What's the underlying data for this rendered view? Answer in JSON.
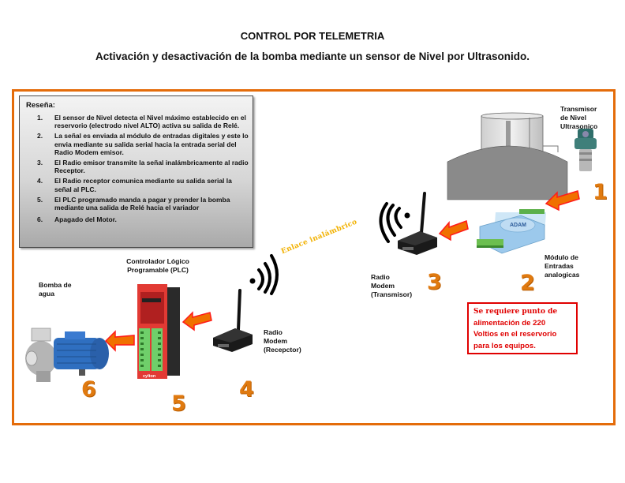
{
  "header": {
    "title": "CONTROL POR TELEMETRIA",
    "subtitle": "Activación y desactivación de la bomba mediante un sensor de Nivel por Ultrasonido."
  },
  "resena": {
    "title": "Reseña:",
    "items": [
      {
        "num": "1.",
        "text": "El sensor de Nivel detecta el Nivel máximo establecido en el reservorio (electrodo nivel ALTO) activa su salida de Relé."
      },
      {
        "num": "2.",
        "text": "La señal es enviada al módulo de entradas digitales  y este lo envia mediante su  salida serial hacia la entrada serial del Radio Modem emisor."
      },
      {
        "num": "3.",
        "text": "El Radio emisor transmite la señal inalámbricamente al radio Receptor."
      },
      {
        "num": "4.",
        "text": "El Radio receptor comunica mediante su salida serial la señal al PLC."
      },
      {
        "num": "5.",
        "text": "El PLC programado manda a pagar y prender la bomba mediante una salida de Relé hacia el variador"
      },
      {
        "num": "6.",
        "text": "Apagado del Motor."
      }
    ]
  },
  "devices": {
    "transmisor": {
      "label_lines": [
        "Transmisor",
        "de Nivel",
        "Ultrasonico"
      ],
      "step": "1"
    },
    "modulo": {
      "label_lines": [
        "Módulo de",
        "Entradas",
        "analogicas"
      ],
      "step": "2",
      "brand": "ADAM"
    },
    "radio_tx": {
      "label_lines": [
        "Radio",
        "Modem",
        "(Transmisor)"
      ],
      "step": "3"
    },
    "radio_rx": {
      "label_lines": [
        "Radio",
        "Modem",
        "(Recepctor)"
      ],
      "step": "4"
    },
    "plc": {
      "label_lines": [
        "Controlador  Lógico",
        "Programable (PLC)"
      ],
      "step": "5",
      "brand": "cylton"
    },
    "bomba": {
      "label_lines": [
        "Bomba de",
        "agua"
      ],
      "step": "6"
    }
  },
  "wireless_link": "Enlace inalámbrico",
  "note": {
    "lines": [
      "Se requiere punto de",
      "alimentación de 220",
      "Voltios en el reservorio",
      "para los equipos."
    ]
  },
  "colors": {
    "frame": "#e46c0a",
    "step_number": "#e07a10",
    "arrow_fill": "#f07000",
    "arrow_border": "#ff1a1a",
    "note_red": "#e00000",
    "link_text": "#f2b100"
  }
}
